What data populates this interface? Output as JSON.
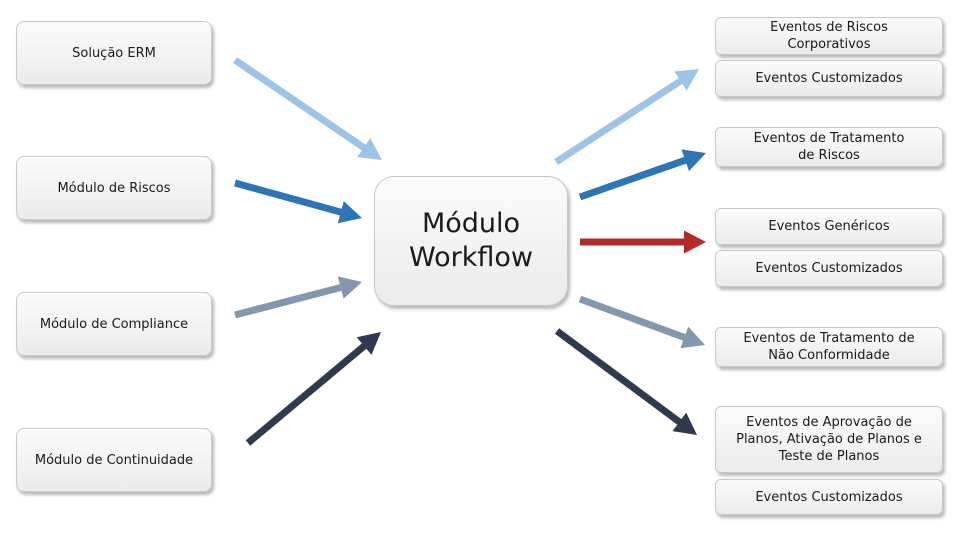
{
  "center": {
    "label": "Módulo\nWorkflow"
  },
  "sources": [
    {
      "label": "Solução ERM"
    },
    {
      "label": "Módulo de Riscos"
    },
    {
      "label": "Módulo de Compliance"
    },
    {
      "label": "Módulo de Continuidade"
    }
  ],
  "events": [
    {
      "label": "Eventos de Riscos\nCorporativos"
    },
    {
      "label": "Eventos Customizados"
    },
    {
      "label": "Eventos de Tratamento\nde Riscos"
    },
    {
      "label": "Eventos Genéricos"
    },
    {
      "label": "Eventos Customizados"
    },
    {
      "label": "Eventos de Tratamento de\nNão Conformidade"
    },
    {
      "label": "Eventos de Aprovação de\nPlanos, Ativação de Planos e\nTeste de Planos"
    },
    {
      "label": "Eventos Customizados"
    }
  ],
  "colors": {
    "light_blue": "#9dc3e6",
    "blue": "#2e75b6",
    "steel": "#8497b0",
    "navy": "#2f3a4f",
    "red": "#b22a2a"
  }
}
